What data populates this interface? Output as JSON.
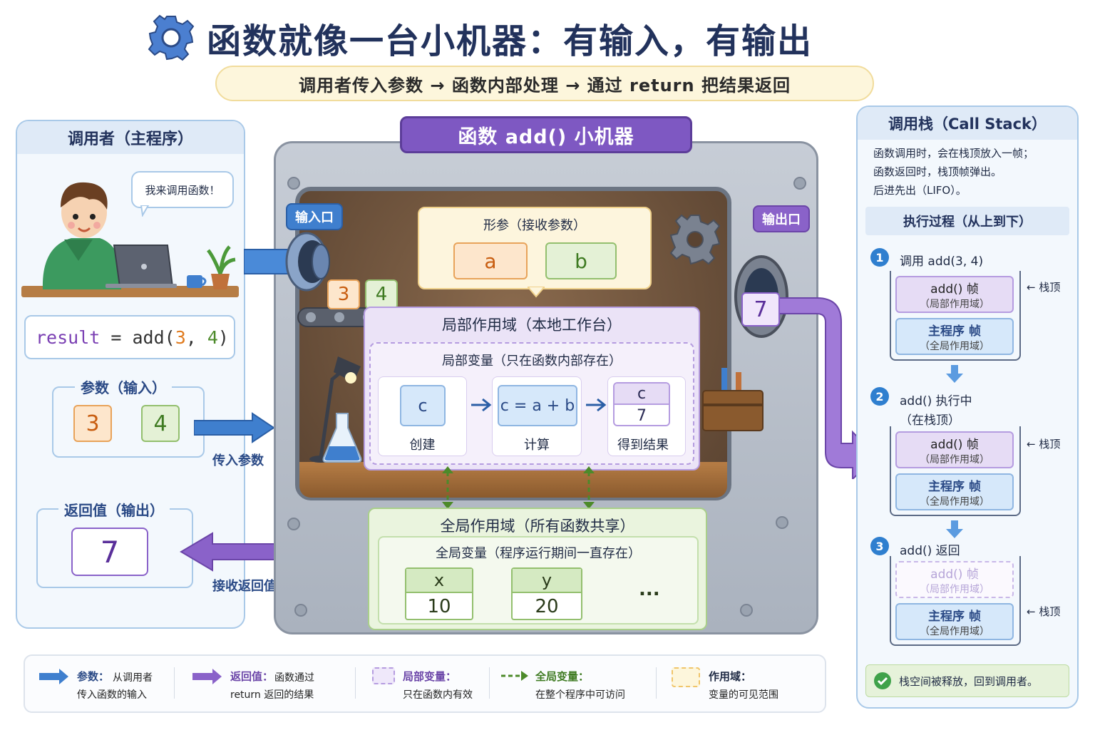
{
  "title": "函数就像一台小机器：有输入，有输出",
  "subtitle": "调用者传入参数 → 函数内部处理 → 通过 return 把结果返回",
  "caller": {
    "header": "调用者（主程序）",
    "speech": "我来调用函数！",
    "code": {
      "var": "result",
      "eq": " = ",
      "fn": "add(",
      "a": "3",
      "sep": ", ",
      "b": "4",
      "close": ")"
    },
    "params_title": "参数（输入）",
    "params": [
      "3",
      "4"
    ],
    "pass_label": "传入参数",
    "return_title": "返回值（输出）",
    "return_value": "7",
    "receive_label": "接收返回值"
  },
  "machine": {
    "title": "函数 add() 小机器",
    "input_port": "输入口",
    "output_port": "输出口",
    "conveyor_values": [
      "3",
      "4"
    ],
    "output_value": "7",
    "formal_params_title": "形参（接收参数）",
    "formal_params": [
      "a",
      "b"
    ],
    "local_scope_title": "局部作用域（本地工作台）",
    "local_vars_title": "局部变量（只在函数内部存在）",
    "steps": [
      {
        "cell": "c",
        "label": "创建"
      },
      {
        "cell": "c = a + b",
        "label": "计算"
      },
      {
        "cell_top": "c",
        "cell_bottom": "7",
        "label": "得到结果"
      }
    ],
    "global_scope_title": "全局作用域（所有函数共享）",
    "global_vars_title": "全局变量（程序运行期间一直存在）",
    "globals": [
      {
        "name": "x",
        "value": "10"
      },
      {
        "name": "y",
        "value": "20"
      }
    ],
    "globals_more": "..."
  },
  "call_stack": {
    "header": "调用栈（Call Stack）",
    "desc": [
      "函数调用时，会在栈顶放入一帧；",
      "函数返回时，栈顶帧弹出。",
      "后进先出（LIFO）。"
    ],
    "exec_title": "执行过程（从上到下）",
    "steps": [
      {
        "num": "1",
        "text": "调用 add(3, 4)"
      },
      {
        "num": "2",
        "text": "add() 执行中",
        "text2": "（在栈顶）"
      },
      {
        "num": "3",
        "text": "add() 返回"
      }
    ],
    "frame_add": "add()  帧",
    "frame_add_sub": "（局部作用域）",
    "frame_main": "主程序  帧",
    "frame_main_sub": "（全局作用域）",
    "top_label": "← 栈顶",
    "release": "栈空间被释放，回到调用者。"
  },
  "legend": [
    {
      "title": "参数：",
      "rest": "从调用者",
      "line2": "传入函数的输入"
    },
    {
      "title": "返回值：",
      "rest": "函数通过",
      "line2": "return 返回的结果"
    },
    {
      "title": "局部变量：",
      "rest": "",
      "line2": "只在函数内有效"
    },
    {
      "title": "全局变量：",
      "rest": "",
      "line2": "在整个程序中可访问"
    },
    {
      "title": "作用域：",
      "rest": "",
      "line2": "变量的可见范围"
    }
  ],
  "colors": {
    "blue": "#3f7fce",
    "purple": "#8a62c9",
    "orange": "#e8a35a",
    "green": "#4c8a2a"
  }
}
